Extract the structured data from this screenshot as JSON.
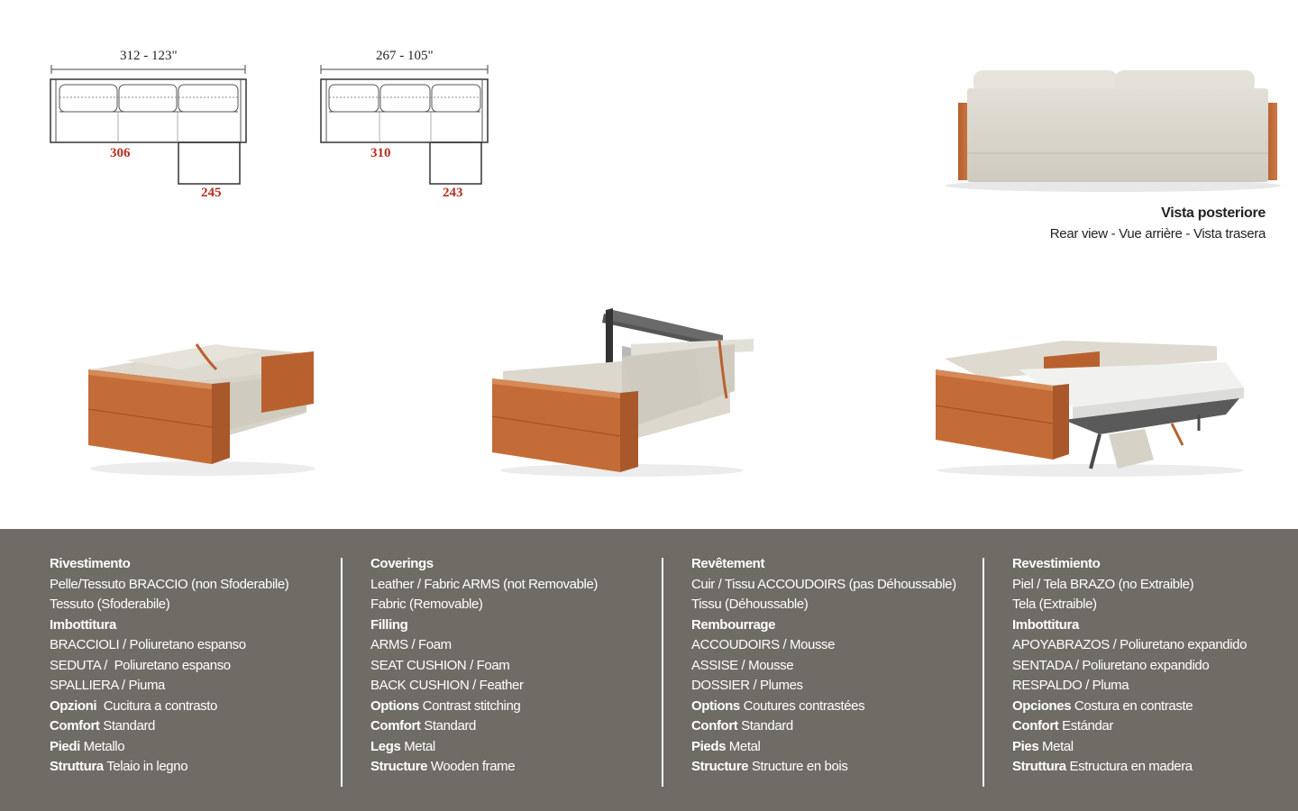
{
  "diagrams": [
    {
      "top_dimension": "312 - 123\"",
      "sofa_length": "306",
      "chaise_length": "245"
    },
    {
      "top_dimension": "267 - 105\"",
      "sofa_length": "310",
      "chaise_length": "243"
    }
  ],
  "rear_view": {
    "title": "Vista posteriore",
    "subtitle": "Rear view - Vue arrière - Vista trasera"
  },
  "colors": {
    "spec_background": "#6f6c65",
    "upholstery_beige": "#dcd8cc",
    "leather_tan": "#c26a35",
    "dimension_red": "#b5301f"
  },
  "specs": [
    {
      "lines": [
        {
          "label": "Rivestimento",
          "value": ""
        },
        {
          "label": "",
          "value": "Pelle/Tessuto BRACCIO (non Sfoderabile)"
        },
        {
          "label": "",
          "value": "Tessuto (Sfoderabile)"
        },
        {
          "label": "Imbottitura",
          "value": ""
        },
        {
          "label": "",
          "value": "BRACCIOLI / Poliuretano espanso"
        },
        {
          "label": "",
          "value": "SEDUTA /  Poliuretano espanso"
        },
        {
          "label": "",
          "value": "SPALLIERA / Piuma"
        },
        {
          "label": "Opzioni",
          "value": "  Cucitura a contrasto"
        },
        {
          "label": "Comfort",
          "value": " Standard"
        },
        {
          "label": "Piedi",
          "value": " Metallo"
        },
        {
          "label": "Struttura",
          "value": " Telaio in legno"
        }
      ]
    },
    {
      "lines": [
        {
          "label": "Coverings",
          "value": ""
        },
        {
          "label": "",
          "value": "Leather / Fabric ARMS (not Removable)"
        },
        {
          "label": "",
          "value": "Fabric (Removable)"
        },
        {
          "label": "Filling",
          "value": ""
        },
        {
          "label": "",
          "value": "ARMS / Foam"
        },
        {
          "label": "",
          "value": "SEAT CUSHION / Foam"
        },
        {
          "label": "",
          "value": "BACK CUSHION / Feather"
        },
        {
          "label": "Options",
          "value": " Contrast stitching"
        },
        {
          "label": "Comfort",
          "value": " Standard"
        },
        {
          "label": "Legs",
          "value": " Metal"
        },
        {
          "label": "Structure",
          "value": " Wooden frame"
        }
      ]
    },
    {
      "lines": [
        {
          "label": "Revêtement",
          "value": ""
        },
        {
          "label": "",
          "value": "Cuir / Tissu ACCOUDOIRS (pas Déhoussable)"
        },
        {
          "label": "",
          "value": "Tissu (Déhoussable)"
        },
        {
          "label": "Rembourrage",
          "value": ""
        },
        {
          "label": "",
          "value": "ACCOUDOIRS / Mousse"
        },
        {
          "label": "",
          "value": "ASSISE / Mousse"
        },
        {
          "label": "",
          "value": "DOSSIER / Plumes"
        },
        {
          "label": "Options",
          "value": " Coutures contrastées"
        },
        {
          "label": "Confort",
          "value": " Standard"
        },
        {
          "label": "Pieds",
          "value": " Metal"
        },
        {
          "label": "Structure",
          "value": " Structure en bois"
        }
      ]
    },
    {
      "lines": [
        {
          "label": "Revestimiento",
          "value": ""
        },
        {
          "label": "",
          "value": "Piel / Tela BRAZO (no Extraible)"
        },
        {
          "label": "",
          "value": "Tela (Extraible)"
        },
        {
          "label": "Imbottitura",
          "value": ""
        },
        {
          "label": "",
          "value": "APOYABRAZOS / Poliuretano expandido"
        },
        {
          "label": "",
          "value": "SENTADA / Poliuretano expandido"
        },
        {
          "label": "",
          "value": "RESPALDO / Pluma"
        },
        {
          "label": "Opciones",
          "value": " Costura en contraste"
        },
        {
          "label": "Confort",
          "value": " Estándar"
        },
        {
          "label": "Pies",
          "value": " Metal"
        },
        {
          "label": "Struttura",
          "value": " Estructura en madera"
        }
      ]
    }
  ]
}
